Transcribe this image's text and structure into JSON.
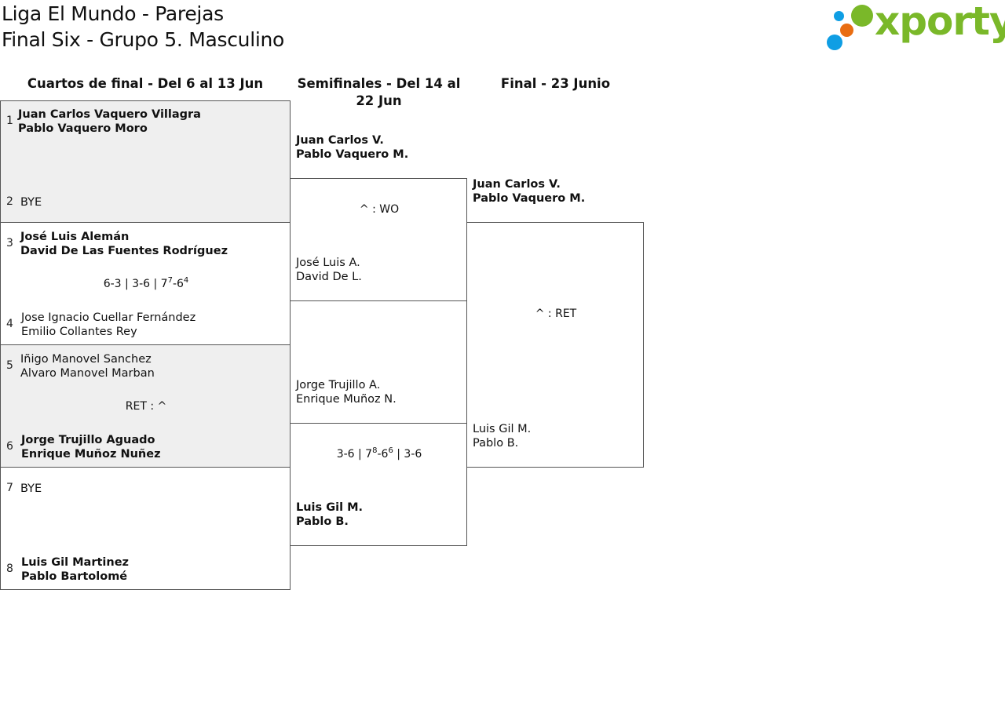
{
  "header": {
    "title_line1": "Liga El Mundo - Parejas",
    "title_line2": "Final Six - Grupo 5. Masculino",
    "logo_text": "xporty",
    "logo_colors": {
      "green": "#7ab829",
      "blue": "#0f9ee4",
      "orange": "#e96d12"
    }
  },
  "columns": {
    "quarterfinals": "Cuartos de final - Del 6 al 13 Jun",
    "semifinals": "Semifinales - Del 14 al 22 Jun",
    "final": "Final - 23 Junio"
  },
  "quarterfinals": [
    {
      "seed_a": "1",
      "a1": "Juan Carlos Vaquero Villagra",
      "a2": "Pablo Vaquero Moro",
      "seed_b": "2",
      "b1": "BYE",
      "b2": ""
    },
    {
      "seed_a": "3",
      "a1": "José Luis Alemán",
      "a2": "David De Las Fuentes Rodríguez",
      "seed_b": "4",
      "b1": "Jose Ignacio Cuellar Fernández",
      "b2": "Emilio Collantes Rey",
      "score": {
        "s1": "6-3 | 3-6 | 7",
        "s1_sup": "7",
        "s2": "-6",
        "s2_sup": "4"
      }
    },
    {
      "seed_a": "5",
      "a1": "Iñigo Manovel Sanchez",
      "a2": "Alvaro Manovel Marban",
      "seed_b": "6",
      "b1": "Jorge Trujillo Aguado",
      "b2": "Enrique Muñoz Nuñez",
      "score": "RET : ^"
    },
    {
      "seed_a": "7",
      "a1": "BYE",
      "a2": "",
      "seed_b": "8",
      "b1": "Luis Gil Martinez",
      "b2": "Pablo Bartolomé"
    }
  ],
  "semifinals": [
    {
      "a1": "Juan Carlos V.",
      "a2": "Pablo Vaquero M.",
      "b1": "José Luis A.",
      "b2": "David De L.",
      "score": "^ : WO"
    },
    {
      "a1": "Jorge Trujillo A.",
      "a2": "Enrique Muñoz N.",
      "b1": "Luis Gil M.",
      "b2": "Pablo B.",
      "score": {
        "p1": "3-6 | 7",
        "p1_sup": "8",
        "p2": "-6",
        "p2_sup": "6",
        "p3": " | 3-6"
      }
    }
  ],
  "final": {
    "a1": "Juan Carlos V.",
    "a2": "Pablo Vaquero M.",
    "b1": "Luis Gil M.",
    "b2": "Pablo B.",
    "score": "^ : RET"
  }
}
